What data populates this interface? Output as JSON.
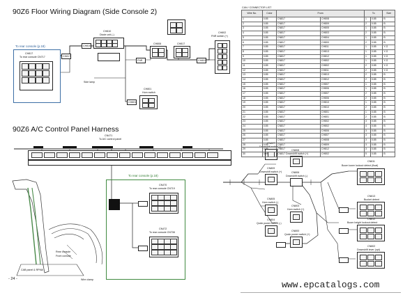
{
  "header": {
    "table_caption": "CAN / CONNECTOR LIST"
  },
  "diagram1": {
    "title": "90Z6 Floor Wiring Diagram (Side Console 2)",
    "ch810_name": "CH810",
    "ch810_desc": "Diode unit (-)",
    "ch802_name": "CH802",
    "ch802_desc": "FNR switch (+)",
    "ch801_name": "CH801",
    "ch801_desc": "Horn switch",
    "ch806_name": "CH806",
    "ch817_name": "CH817",
    "rear_console_ref": "To rear console (p.18)",
    "ch817_left_name": "CH817",
    "ch817_left_desc": "To rear console CN717",
    "wire_labels": [
      "CH810",
      "FNR",
      "CH801",
      "Side lamp",
      "CH802",
      "CH817"
    ]
  },
  "diagram2": {
    "title": "90Z6 A/C Control Panel Harness",
    "cn471_name": "CN471",
    "cn471_desc": "To A/C control panel",
    "rear_ref": "To rear console (p.18)",
    "cn470_name": "CN470",
    "cn470_desc": "To rear console CN719",
    "cn472_name": "CN472",
    "cn472_desc": "To rear console CN708",
    "harness_labels": [
      "Front console",
      "Rear console",
      "CAB panel & RPMA",
      "Wire clamp"
    ]
  },
  "diagram3": {
    "cn807_name": "CN807",
    "cn807_desc": "Downshift switch (-)",
    "cn808_name": "CN808",
    "cn808_desc": "Downshift switch (+)",
    "cn809_name": "CN809",
    "cn809_desc": "Downshift switch (+)",
    "cn806_name": "CN806",
    "cn806_desc": "Downshift switch (-)",
    "cn805_name": "CN805",
    "cn805_desc": "Horn switch (-)",
    "cn803_name": "CN803",
    "cn803_desc": "Horn switch (+)",
    "cn804_name": "CN804",
    "cn804_desc": "Quick power switch (-)",
    "cn800_name": "CN800",
    "cn800_desc": "Quick power switch (+)",
    "cn811_name": "CN811",
    "cn811_desc": "Boom lower lockout detect (float)",
    "cn813_name": "CN813",
    "cn813_desc": "Bucket detent",
    "cn812_name": "CN812",
    "cn812_desc": "Boom height lockout detect",
    "cn802_name": "CN802",
    "cn802_desc": "Downshift lever (opt)"
  },
  "table": {
    "headers": [
      "Wire No.",
      "Color",
      "From",
      "To",
      "Size"
    ],
    "rows": [
      [
        "1",
        "0.85",
        "CN817",
        "CH808",
        "1",
        "0.85",
        "B"
      ],
      [
        "2",
        "0.85",
        "CN817",
        "CH809",
        "2",
        "0.85",
        "B"
      ],
      [
        "3",
        "0.85",
        "CN817",
        "CH805",
        "1",
        "0.85",
        "B"
      ],
      [
        "4",
        "0.85",
        "CN817",
        "CH803",
        "2",
        "0.85",
        "B"
      ],
      [
        "5",
        "0.85",
        "CN817",
        "CH804",
        "1",
        "0.85",
        "B"
      ],
      [
        "6",
        "0.85",
        "CN817",
        "CH800",
        "2",
        "0.85",
        "B"
      ],
      [
        "7",
        "0.85",
        "CN817",
        "CH811",
        "1",
        "0.85",
        "Y-G"
      ],
      [
        "8",
        "0.85",
        "CN817",
        "CH813",
        "1",
        "0.85",
        "Y-G"
      ],
      [
        "9",
        "0.85",
        "CN817",
        "CH812",
        "1",
        "0.85",
        "Y-G"
      ],
      [
        "10",
        "0.85",
        "CN817",
        "CH802",
        "1",
        "0.85",
        "Y-G"
      ],
      [
        "11",
        "0.85",
        "CN817",
        "CH802",
        "2",
        "0.85",
        "Y-G"
      ],
      [
        "12",
        "0.85",
        "CN817",
        "CH811",
        "2",
        "0.85",
        "Y-G"
      ],
      [
        "13",
        "0.85",
        "CN817",
        "CH813",
        "2",
        "0.85",
        "B"
      ],
      [
        "14",
        "0.85",
        "CN817",
        "CH812",
        "2",
        "0.85",
        "B"
      ],
      [
        "15",
        "0.85",
        "CN817",
        "CH807",
        "1",
        "0.85",
        "B"
      ],
      [
        "16",
        "0.85",
        "CN817",
        "CH806",
        "1",
        "0.85",
        "B"
      ],
      [
        "17",
        "0.85",
        "CN817",
        "CH807",
        "2",
        "0.85",
        "B"
      ],
      [
        "18",
        "0.85",
        "CN817",
        "CH806",
        "2",
        "0.85",
        "B"
      ],
      [
        "19",
        "0.85",
        "CN817",
        "CH810",
        "1",
        "0.85",
        "B"
      ],
      [
        "20",
        "0.85",
        "CN817",
        "CH810",
        "2",
        "0.85",
        "B"
      ],
      [
        "21",
        "0.85",
        "CN817",
        "CH801",
        "1",
        "0.85",
        "B"
      ],
      [
        "22",
        "0.85",
        "CN817",
        "CH801",
        "2",
        "0.85",
        "B"
      ],
      [
        "23",
        "0.85",
        "CN817",
        "CH802",
        "3",
        "0.85",
        "B"
      ],
      [
        "24",
        "0.85",
        "CN817",
        "CH802",
        "4",
        "0.85",
        "B"
      ],
      [
        "25",
        "0.85",
        "CN817",
        "CH806",
        "3",
        "0.85",
        "B"
      ],
      [
        "26",
        "0.85",
        "CN817",
        "CH807",
        "3",
        "0.85",
        "B"
      ],
      [
        "27",
        "0.85",
        "CN817",
        "CH808",
        "3",
        "0.85",
        "B"
      ],
      [
        "28",
        "0.85",
        "CN817",
        "CH809",
        "3",
        "0.85",
        "B"
      ],
      [
        "29",
        "0.85",
        "CN817",
        "CH812",
        "3",
        "0.85",
        "B"
      ],
      [
        "30",
        "0.85",
        "CN817",
        "CH802",
        "5",
        "0.85",
        "B"
      ]
    ]
  },
  "footer": {
    "page_number": "- 24 -",
    "watermark": "www.epcatalogs.com"
  }
}
